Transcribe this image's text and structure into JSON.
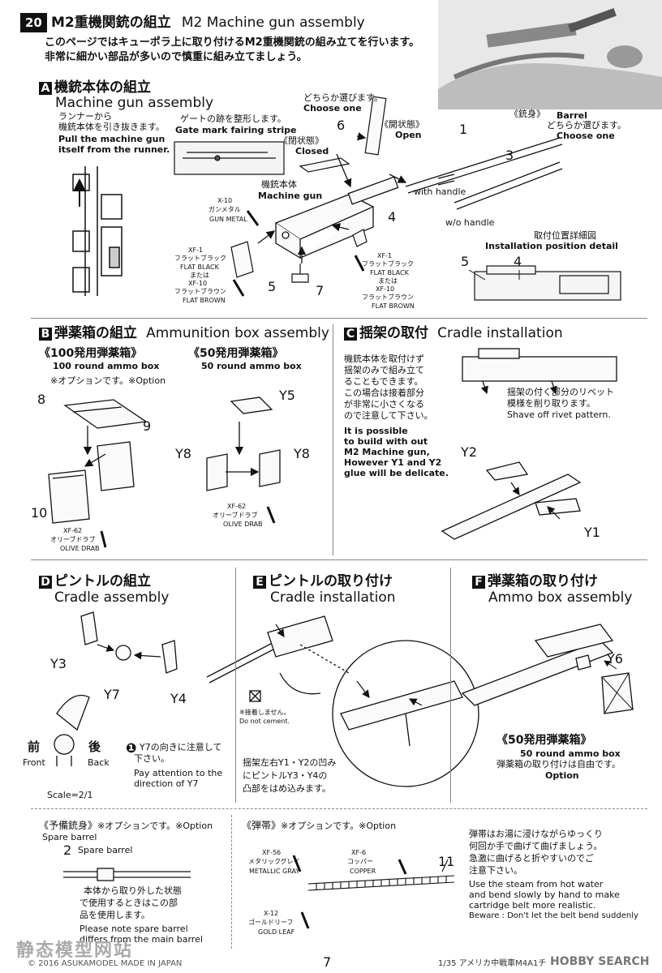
{
  "header": {
    "step": "20",
    "title_jp": "M2重機関銃の組立",
    "title_en": "M2 Machine gun assembly",
    "intro_jp_1": "このページではキューポラ上に取り付けるM2重機関銃の組み立てを行います。",
    "intro_jp_2": "非常に細かい部品が多いので慎重に組み立てましょう。"
  },
  "sectionA": {
    "letter": "A",
    "title_jp": "機銃本体の組立",
    "title_en": "Machine gun assembly",
    "runner_jp_1": "ランナーから",
    "runner_jp_2": "機銃本体を引き抜きます。",
    "runner_en_1": "Pull the machine gun",
    "runner_en_2": "itself from the runner.",
    "gate_jp": "ゲートの跡を整形します。",
    "gate_en": "Gate mark fairing stripe",
    "choose_jp": "どちらか選びます。",
    "choose_en": "Choose one",
    "closed_jp": "《閉状態》",
    "closed_en": "Closed",
    "open_jp": "《開状態》",
    "open_en": "Open",
    "barrel_jp": "《銃身》",
    "barrel_en": "Barrel",
    "barrel_choose_jp": "どちらか選びます。",
    "barrel_choose_en": "Choose one",
    "body_jp": "機銃本体",
    "body_en": "Machine gun",
    "with_handle": "with handle",
    "wo_handle": "w/o handle",
    "detail_jp": "取付位置詳細図",
    "detail_en": "Installation position detail",
    "x10_code": "X-10",
    "x10_jp": "ガンメタル",
    "x10_en": "GUN METAL",
    "xf1_code_left": "XF-1",
    "xf1_jp_left": "フラットブラック",
    "xf1_en_left": "FLAT BLACK",
    "or_left": "または",
    "xf10_code_left": "XF-10",
    "xf10_jp_left": "フラットブラウン",
    "xf10_en_left": "FLAT BROWN",
    "xf1_code_right": "XF-1",
    "xf1_jp_right": "フラットブラック",
    "xf1_en_right": "FLAT BLACK",
    "or_right": "または",
    "xf10_code_right": "XF-10",
    "xf10_jp_right": "フラットブラウン",
    "xf10_en_right": "FLAT BROWN",
    "parts": {
      "p1": "1",
      "p3": "3",
      "p4": "4",
      "p5": "5",
      "p6": "6",
      "p7": "7",
      "d5": "5",
      "d4": "4"
    }
  },
  "sectionB": {
    "letter": "B",
    "title_jp": "弾薬箱の組立",
    "title_en": "Ammunition box assembly",
    "box100_jp": "《100発用弾薬箱》",
    "box100_en": "100 round ammo box",
    "option": "※オプションです。※Option",
    "box50_jp": "《50発用弾薬箱》",
    "box50_en": "50 round ammo box",
    "paint_code": "XF-62",
    "paint_jp": "オリーブドラブ",
    "paint_en": "OLIVE DRAB",
    "paint_code2": "XF-62",
    "paint_jp2": "オリーブドラブ",
    "paint_en2": "OLIVE DRAB",
    "parts": {
      "p8": "8",
      "p9": "9",
      "p10": "10",
      "y5": "Y5",
      "y8a": "Y8",
      "y8b": "Y8"
    }
  },
  "sectionC": {
    "letter": "C",
    "title_jp": "揺架の取付",
    "title_en": "Cradle installation",
    "note_jp": [
      "機銃本体を取付けず",
      "揺架のみで組み立て",
      "ることもできます。",
      "この場合は接着部分",
      "が非常に小さくなる",
      "ので注意して下さい。"
    ],
    "note_en": [
      "It is possible",
      "to build with out",
      "M2 Machine gun,",
      "However Y1 and Y2",
      "glue will be delicate."
    ],
    "rivet_jp_1": "揺架の付く部分のリベット",
    "rivet_jp_2": "模様を削り取ります。",
    "rivet_en": "Shave off rivet pattern.",
    "parts": {
      "y2": "Y2",
      "y1": "Y1"
    }
  },
  "sectionD": {
    "letter": "D",
    "title_jp": "ピントルの組立",
    "title_en": "Cradle assembly",
    "front_jp": "前",
    "front_en": "Front",
    "back_jp": "後",
    "back_en": "Back",
    "caution_jp_1": "Y7の向きに注意して",
    "caution_jp_2": "下さい。",
    "caution_en_1": "Pay attention to the",
    "caution_en_2": "direction of Y7",
    "scale": "Scale=2/1",
    "parts": {
      "y3": "Y3",
      "y7": "Y7",
      "y4": "Y4"
    }
  },
  "sectionE": {
    "letter": "E",
    "title_jp": "ピントルの取り付け",
    "title_en": "Cradle installation",
    "nocement_jp": "※接着しません。",
    "nocement_en": "Do not cement.",
    "fit_jp_1": "揺架左右Y1・Y2の凹み",
    "fit_jp_2": "にピントルY3・Y4の",
    "fit_jp_3": "凸部をはめ込みます。"
  },
  "sectionF": {
    "letter": "F",
    "title_jp": "弾薬箱の取り付け",
    "title_en": "Ammo box assembly",
    "box50_jp": "《50発用弾薬箱》",
    "box50_en": "50 round ammo box",
    "free_jp": "弾薬箱の取り付けは自由です。",
    "free_en": "Option",
    "parts": {
      "y6": "Y6"
    }
  },
  "spare": {
    "title_jp": "《予備銃身》",
    "option": "※オプションです。※Option",
    "title_en": "Spare barrel",
    "part": "2",
    "part_label": "Spare barrel",
    "note_jp_1": "本体から取り外した状態",
    "note_jp_2": "で使用するときはこの部",
    "note_jp_3": "品を使用します。",
    "note_en_1": "Please note spare barrel",
    "note_en_2": "differs from the main barrel"
  },
  "belt": {
    "title_jp": "《弾帯》",
    "option": "※オプションです。※Option",
    "xf56_code": "XF-56",
    "xf56_jp": "メタリックグレイ",
    "xf56_en": "METALLIC GRAY",
    "xf6_code": "XF-6",
    "xf6_jp": "コッパー",
    "xf6_en": "COPPER",
    "x12_code": "X-12",
    "x12_jp": "ゴールドリーフ",
    "x12_en": "GOLD LEAF",
    "part": "11",
    "note_jp_1": "弾帯はお湯に浸けながらゆっくり",
    "note_jp_2": "何回か手で曲げて曲げましょう。",
    "note_jp_3": "急激に曲げると折やすいのでご",
    "note_jp_4": "注意下さい。",
    "note_en_1": "Use the steam from hot water",
    "note_en_2": "and bend slowly by hand to make",
    "note_en_3": "cartridge belt more realistic.",
    "note_en_4": "Beware : Don't let the belt bend suddenly"
  },
  "footer": {
    "copyright": "© 2016 ASUKAMODEL  MADE IN JAPAN",
    "page": "7",
    "product": "1/35 アメリカ中戦車M4A1チ",
    "watermark_left": "静态模型网站",
    "watermark_right": "HOBBY SEARCH"
  }
}
